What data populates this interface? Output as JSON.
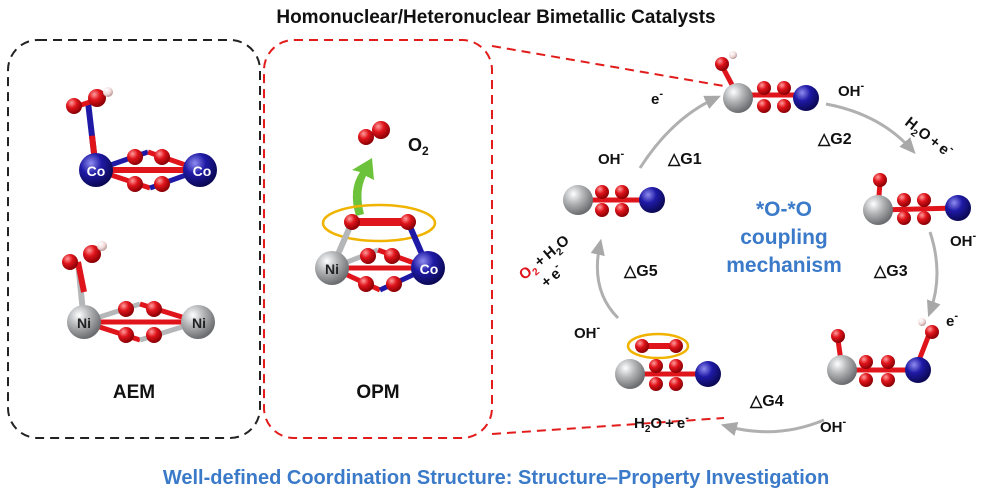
{
  "title": "Homonuclear/Heteronuclear Bimetallic Catalysts",
  "footer": "Well-defined Coordination Structure: Structure–Property Investigation",
  "panels": {
    "aem": {
      "label": "AEM",
      "atoms": {
        "co": "Co",
        "ni": "Ni"
      }
    },
    "opm": {
      "label": "OPM",
      "atoms": {
        "ni": "Ni",
        "co": "Co"
      },
      "product_main": "O",
      "product_sub": "2"
    }
  },
  "cycle": {
    "center_lines": [
      "*O-*O",
      "coupling",
      "mechanism"
    ],
    "steps": {
      "g1": "△G1",
      "g2": "△G2",
      "g3": "△G3",
      "g4": "△G4",
      "g5": "△G5"
    },
    "species": {
      "oh": "OH",
      "oh_charge": "-",
      "e": "e",
      "e_charge": "-",
      "h2o_h": "H",
      "h2o_sub": "2",
      "h2o_o": "O",
      "plus": "+",
      "o2_o": "O",
      "o2_sub": "2"
    }
  },
  "colors": {
    "oxygen": "#e0141b",
    "cobalt": "#1f1aa6",
    "nickel": "#b4b6b8",
    "hydrogen": "#f2dcdc",
    "accent_blue": "#3a7ac8",
    "panel_red": "#e21b1b",
    "panel_black": "#222222",
    "arrow_green": "#6cc23a",
    "ring_yellow": "#f0b400",
    "arrow_gray": "#b0b0b0"
  }
}
